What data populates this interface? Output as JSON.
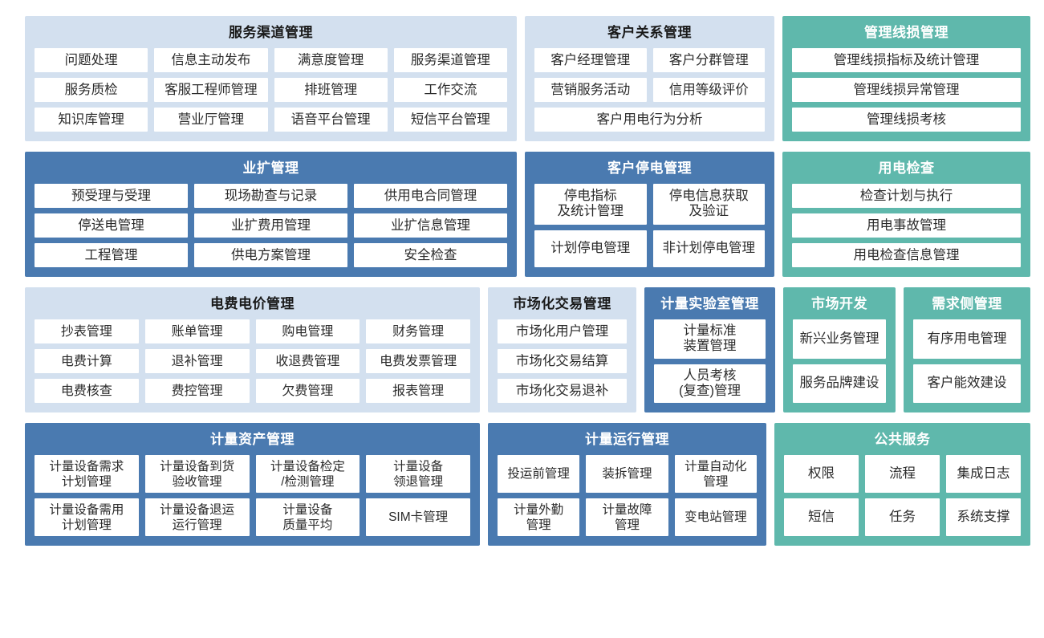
{
  "colors": {
    "light_panel": "#d3e0ef",
    "blue_panel": "#4a7ab0",
    "teal_panel": "#5fb8ac",
    "cell_bg": "#ffffff",
    "page_bg": "#ffffff"
  },
  "bands": [
    {
      "panels": [
        {
          "title": "服务渠道管理",
          "style": "light",
          "rows": [
            [
              "问题处理",
              "信息主动发布",
              "满意度管理",
              "服务渠道管理"
            ],
            [
              "服务质检",
              "客服工程师管理",
              "排班管理",
              "工作交流"
            ],
            [
              "知识库管理",
              "营业厅管理",
              "语音平台管理",
              "短信平台管理"
            ]
          ]
        },
        {
          "title": "客户关系管理",
          "style": "light",
          "rows": [
            [
              "客户经理管理",
              "客户分群管理"
            ],
            [
              "营销服务活动",
              "信用等级评价"
            ],
            [
              "客户用电行为分析"
            ]
          ]
        },
        {
          "title": "管理线损管理",
          "style": "teal",
          "rows": [
            [
              "管理线损指标及统计管理"
            ],
            [
              "管理线损异常管理"
            ],
            [
              "管理线损考核"
            ]
          ]
        }
      ]
    },
    {
      "panels": [
        {
          "title": "业扩管理",
          "style": "blue",
          "rows": [
            [
              "预受理与受理",
              "现场勘查与记录",
              "供用电合同管理"
            ],
            [
              "停送电管理",
              "业扩费用管理",
              "业扩信息管理"
            ],
            [
              "工程管理",
              "供电方案管理",
              "安全检查"
            ]
          ]
        },
        {
          "title": "客户停电管理",
          "style": "blue",
          "rows": [
            [
              "停电指标\n及统计管理",
              "停电信息获取\n及验证"
            ],
            [
              "计划停电管理",
              "非计划停电管理"
            ]
          ]
        },
        {
          "title": "用电检查",
          "style": "teal",
          "rows": [
            [
              "检查计划与执行"
            ],
            [
              "用电事故管理"
            ],
            [
              "用电检查信息管理"
            ]
          ]
        }
      ]
    },
    {
      "panels": [
        {
          "title": "电费电价管理",
          "style": "light",
          "rows": [
            [
              "抄表管理",
              "账单管理",
              "购电管理",
              "财务管理"
            ],
            [
              "电费计算",
              "退补管理",
              "收退费管理",
              "电费发票管理"
            ],
            [
              "电费核查",
              "费控管理",
              "欠费管理",
              "报表管理"
            ]
          ]
        },
        {
          "title": "市场化交易管理",
          "style": "light",
          "rows": [
            [
              "市场化用户管理"
            ],
            [
              "市场化交易结算"
            ],
            [
              "市场化交易退补"
            ]
          ]
        },
        {
          "title": "计量实验室管理",
          "style": "blue",
          "rows": [
            [
              "计量标准\n装置管理"
            ],
            [
              "人员考核\n(复查)管理"
            ]
          ]
        },
        {
          "title": "市场开发",
          "style": "teal",
          "rows": [
            [
              "新兴业务管理"
            ],
            [
              "服务品牌建设"
            ]
          ]
        },
        {
          "title": "需求侧管理",
          "style": "teal",
          "rows": [
            [
              "有序用电管理"
            ],
            [
              "客户能效建设"
            ]
          ]
        }
      ]
    },
    {
      "panels": [
        {
          "title": "计量资产管理",
          "style": "blue",
          "rows": [
            [
              "计量设备需求\n计划管理",
              "计量设备到货\n验收管理",
              "计量设备检定\n/检测管理",
              "计量设备\n领退管理"
            ],
            [
              "计量设备需用\n计划管理",
              "计量设备退运\n运行管理",
              "计量设备\n质量平均",
              "SIM卡管理"
            ]
          ]
        },
        {
          "title": "计量运行管理",
          "style": "blue",
          "rows": [
            [
              "投运前管理",
              "装拆管理",
              "计量自动化\n管理"
            ],
            [
              "计量外勤\n管理",
              "计量故障\n管理",
              "变电站管理"
            ]
          ]
        },
        {
          "title": "公共服务",
          "style": "teal",
          "rows": [
            [
              "权限",
              "流程",
              "集成日志"
            ],
            [
              "短信",
              "任务",
              "系统支撑"
            ]
          ]
        }
      ]
    }
  ]
}
